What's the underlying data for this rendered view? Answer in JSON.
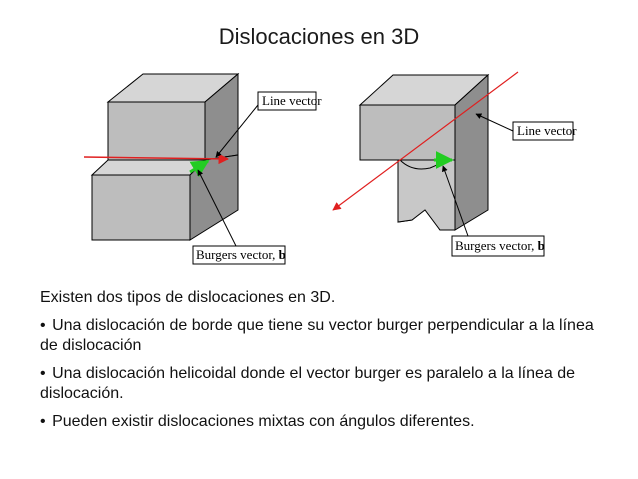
{
  "slide": {
    "title": "Dislocaciones en 3D"
  },
  "figure": {
    "left": {
      "line_vector_label": "Line vector",
      "burgers_vector_label": "Burgers vector, ",
      "burgers_vector_symbol": "b"
    },
    "right": {
      "line_vector_label": "Line vector",
      "burgers_vector_label": "Burgers vector, ",
      "burgers_vector_symbol": "b"
    }
  },
  "text": {
    "intro": "Existen dos tipos de dislocaciones en 3D.",
    "bullets": [
      "Una dislocación de borde que tiene su vector burger perpendicular a la línea de dislocación",
      "Una dislocación helicoidal donde el vector burger es paralelo a la línea de dislocación.",
      "Pueden existir dislocaciones mixtas con ángulos diferentes."
    ],
    "bullet_symbol": "•"
  },
  "colors": {
    "block_front": "#bdbdbd",
    "block_top": "#d6d6d6",
    "block_side": "#8e8e8e",
    "line_vector_arrow": "#e02020",
    "burgers_arrow": "#22cc22"
  }
}
